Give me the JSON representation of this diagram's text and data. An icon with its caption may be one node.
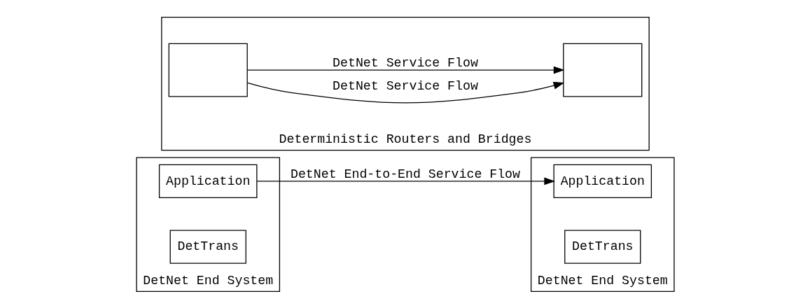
{
  "diagram": {
    "nodes": [
      {
        "text": [
          "DetNet End System"
        ]
      },
      {
        "text": [
          "Application"
        ],
        "in": 0
      },
      {
        "text": [
          "DetTrans"
        ],
        "in": 0
      },
      {
        "text": [
          "Deterministic Routers and Bridges"
        ]
      },
      {
        "text": [],
        "shape": "box",
        "in": 3
      },
      {
        "text": [],
        "shape": "box",
        "in": 3
      },
      {
        "text": [
          "DetNet End System"
        ]
      },
      {
        "text": [
          "Application"
        ],
        "in": 6
      },
      {
        "text": [
          "DetTrans"
        ],
        "in": 6
      }
    ],
    "edges": [
      {
        "from": 4,
        "to": 5,
        "arrow": "to",
        "label": "DetNet Service Flow"
      },
      {
        "from": 1,
        "to": 7,
        "arrow": "to",
        "label": "DetNet End-to-End Service Flow"
      },
      {
        "from": 4,
        "to": 5,
        "arrow": "to",
        "label": "DetNet Service Flow"
      }
    ]
  }
}
